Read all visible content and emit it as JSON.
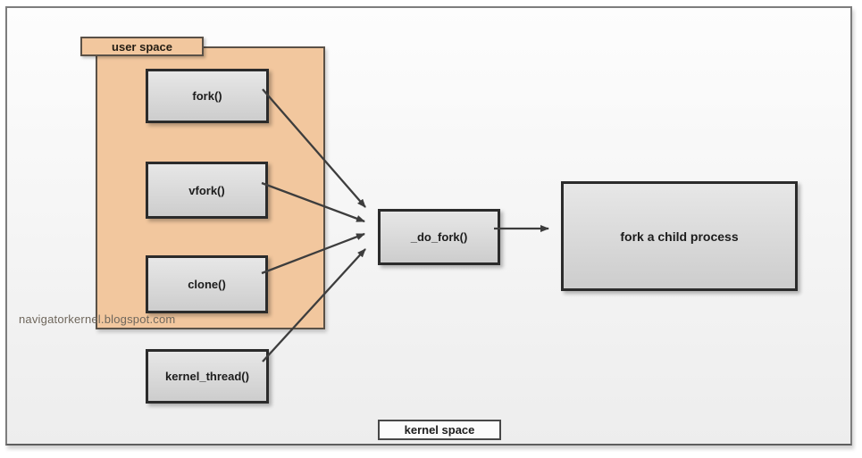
{
  "diagram": {
    "watermark": "navigatorkernel.blogspot.com",
    "user_space": {
      "label": "user space"
    },
    "kernel_space": {
      "label": "kernel space"
    },
    "nodes": {
      "fork": {
        "label": "fork()"
      },
      "vfork": {
        "label": "vfork()"
      },
      "clone": {
        "label": "clone()"
      },
      "kernel_thread": {
        "label": "kernel_thread()"
      },
      "do_fork": {
        "label": "_do_fork()"
      },
      "result": {
        "label": "fork a child process"
      }
    },
    "edges": [
      {
        "from": "fork",
        "to": "do_fork"
      },
      {
        "from": "vfork",
        "to": "do_fork"
      },
      {
        "from": "clone",
        "to": "do_fork"
      },
      {
        "from": "kernel_thread",
        "to": "do_fork"
      },
      {
        "from": "do_fork",
        "to": "result"
      }
    ]
  },
  "colors": {
    "user-space-fill": "#f2c79e",
    "user-space-border": "#5a5147",
    "node-fill-top": "#e7e7e7",
    "node-fill-bottom": "#cdcdcd",
    "node-border": "#2b2b2b",
    "arrow": "#3d3d3d",
    "kernel-label-fill": "#fbfbfb",
    "watermark-color": "#6f675c",
    "frame-border": "#7d7d7d",
    "canvas-top": "#fdfdfd",
    "canvas-bottom": "#ededed"
  }
}
